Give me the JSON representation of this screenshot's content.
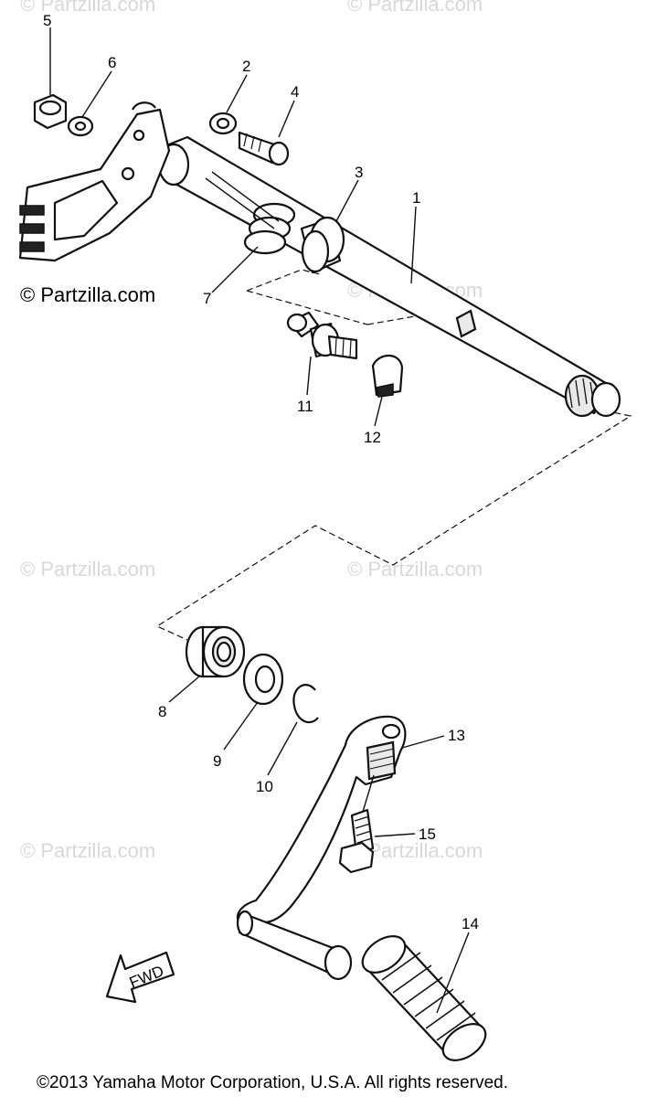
{
  "watermarks": {
    "main": "© Partzilla.com",
    "faded": "© Partzilla.com"
  },
  "copyright": "©2013  Yamaha Motor Corporation, U.S.A. All rights reserved.",
  "fwd_arrow": {
    "label": "FWD",
    "icon": "fwd-arrow-icon"
  },
  "callouts": [
    "1",
    "2",
    "3",
    "4",
    "5",
    "6",
    "7",
    "8",
    "9",
    "10",
    "11",
    "12",
    "13",
    "14",
    "15"
  ]
}
